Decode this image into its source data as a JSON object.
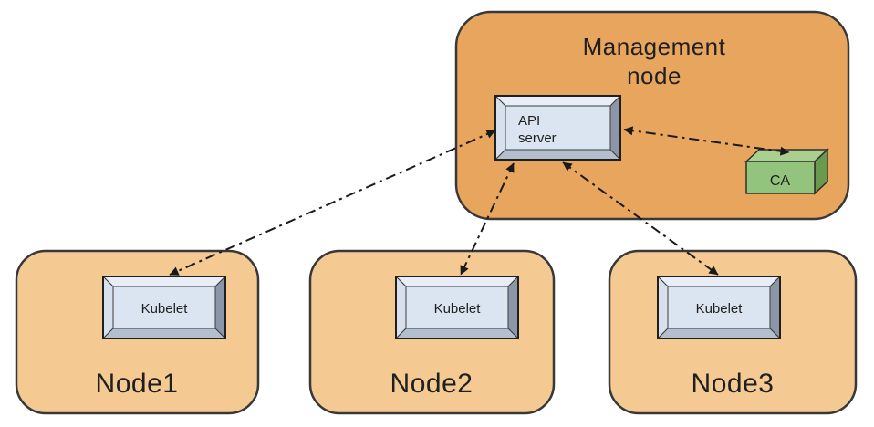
{
  "diagram": {
    "management_node": {
      "label_line1": "Management",
      "label_line2": "node"
    },
    "api_server": {
      "label_line1": "API",
      "label_line2": "server"
    },
    "ca": {
      "label": "CA"
    },
    "nodes": [
      {
        "label": "Node1",
        "component": "Kubelet"
      },
      {
        "label": "Node2",
        "component": "Kubelet"
      },
      {
        "label": "Node3",
        "component": "Kubelet"
      }
    ],
    "connectors": [
      {
        "name": "api-server-to-kubelet1",
        "style": "dash-dot",
        "bidirectional": true
      },
      {
        "name": "api-server-to-kubelet2",
        "style": "dash-dot",
        "bidirectional": true
      },
      {
        "name": "api-server-to-kubelet3",
        "style": "dash-dot",
        "bidirectional": true
      },
      {
        "name": "api-server-to-ca",
        "style": "dash-dot",
        "bidirectional": true
      }
    ],
    "colors": {
      "management_fill": "#e8a55e",
      "worker_fill": "#f4ca92",
      "box_inner_fill": "#dbe5f1",
      "ca_front": "#93c47d",
      "ca_top": "#aad08f",
      "ca_side": "#6b9a4f",
      "shape_border": "#383838",
      "connector_color": "#1a1a1a"
    }
  }
}
